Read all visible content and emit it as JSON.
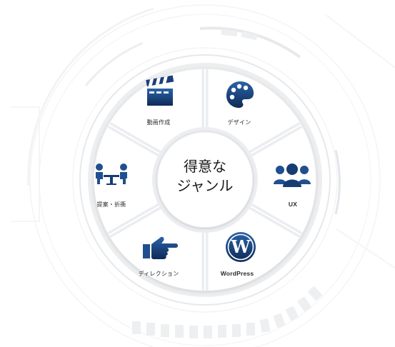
{
  "center": {
    "line1": "得意な",
    "line2": "ジャンル"
  },
  "segments": [
    {
      "label": "動画作成",
      "icon": "clapperboard-icon"
    },
    {
      "label": "デザイン",
      "icon": "palette-icon"
    },
    {
      "label": "UX",
      "icon": "users-group-icon"
    },
    {
      "label": "WordPress",
      "icon": "wordpress-logo-icon"
    },
    {
      "label": "ディレクション",
      "icon": "pointing-hand-icon"
    },
    {
      "label": "提案・折衝",
      "icon": "meeting-table-icon"
    }
  ],
  "colors": {
    "icon_dark": "#102c5a",
    "icon_mid": "#1f4f8f",
    "ring": "#e9ebee",
    "line": "#f1f2f4"
  }
}
